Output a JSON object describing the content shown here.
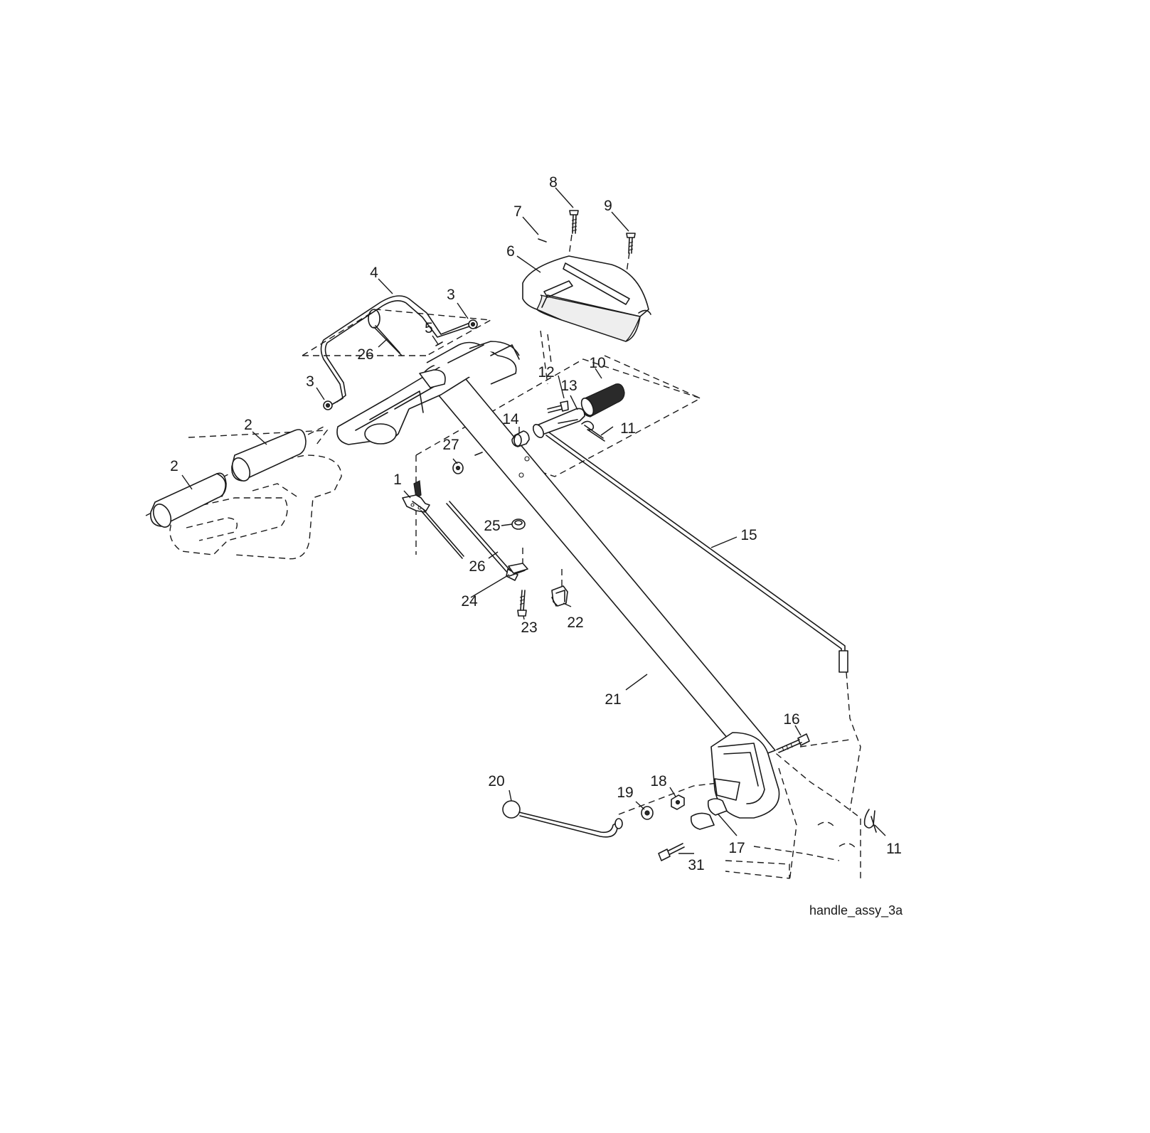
{
  "diagram": {
    "reference_id": "handle_assy_3a",
    "callouts": {
      "p1": "1",
      "p2a": "2",
      "p2b": "2",
      "p3a": "3",
      "p3b": "3",
      "p4": "4",
      "p5": "5",
      "p6": "6",
      "p7": "7",
      "p8": "8",
      "p9": "9",
      "p10": "10",
      "p11a": "11",
      "p11b": "11",
      "p12": "12",
      "p13": "13",
      "p14": "14",
      "p15": "15",
      "p16": "16",
      "p17": "17",
      "p18": "18",
      "p19": "19",
      "p20": "20",
      "p21": "21",
      "p22": "22",
      "p23": "23",
      "p24": "24",
      "p25": "25",
      "p26a": "26",
      "p26b": "26",
      "p27": "27",
      "p31": "31"
    }
  }
}
